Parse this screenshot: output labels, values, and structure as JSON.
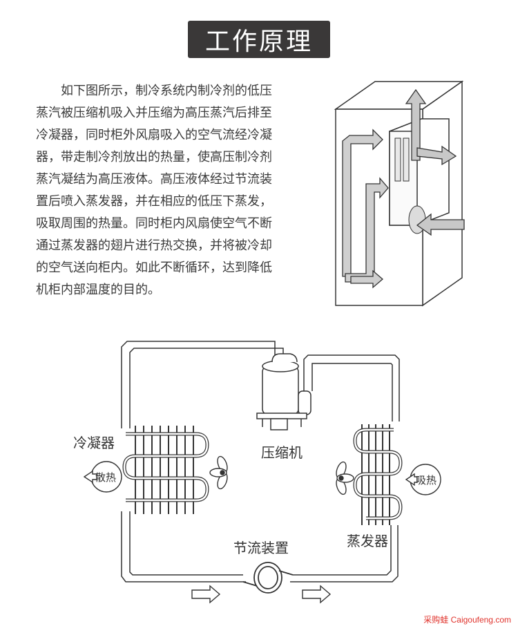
{
  "header": {
    "title": "工作原理"
  },
  "description": {
    "lines": [
      "如下图所示，制冷系统内制冷剂的低压",
      "蒸汽被压缩机吸入并压缩为高压蒸汽后排至",
      "冷凝器，同时柜外风扇吸入的空气流经冷凝",
      "器，带走制冷剂放出的热量，使高压制冷剂",
      "蒸汽凝结为高压液体。高压液体经过节流装",
      "置后喷入蒸发器，并在相应的低压下蒸发，",
      "吸取周围的热量。同时柜内风扇使空气不断",
      "通过蒸发器的翅片进行热交换，并将被冷却",
      "的空气送向柜内。如此不断循环，达到降低",
      "机柜内部温度的目的。"
    ]
  },
  "diagram": {
    "condenser_label": "冷凝器",
    "compressor_label": "压缩机",
    "evaporator_label": "蒸发器",
    "throttle_label": "节流装置",
    "heat_release_label": "散热",
    "heat_absorb_label": "吸热"
  },
  "watermark": {
    "text": "采购蛙 Caigoufeng.com"
  },
  "colors": {
    "title_bg": "#3a3838",
    "title_text": "#ffffff",
    "watermark": "#e0322b",
    "line": "#333333",
    "arrow_fill": "#d0d0d0"
  }
}
